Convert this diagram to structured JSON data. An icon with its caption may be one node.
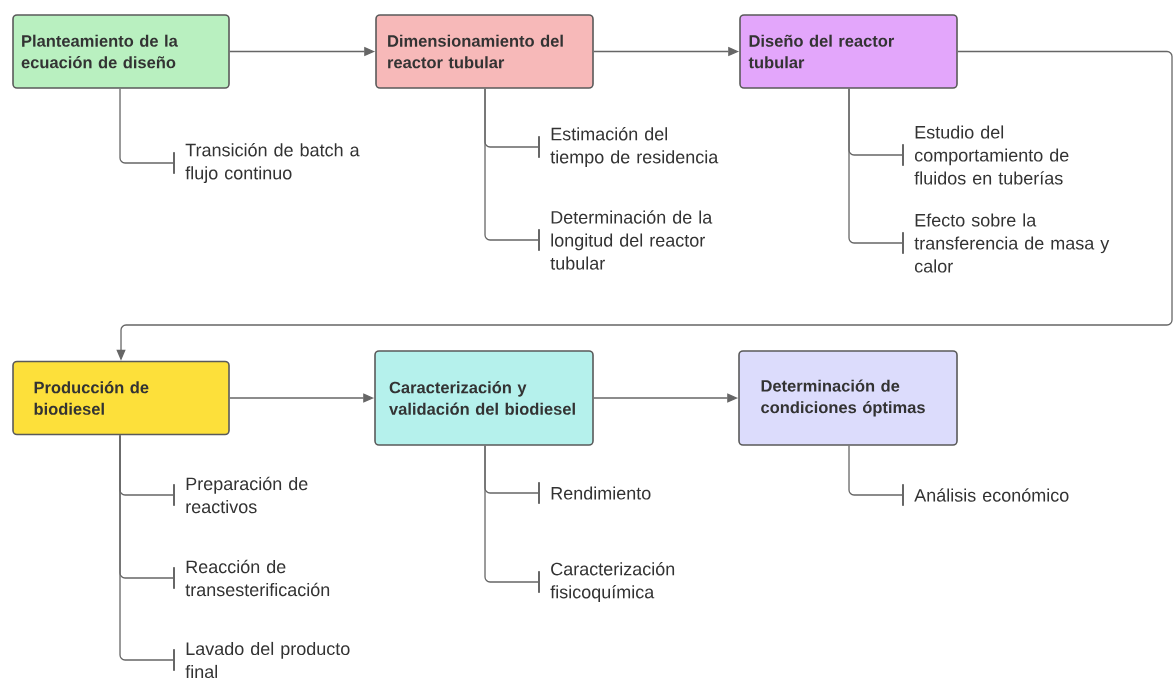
{
  "diagram": {
    "nodes": [
      {
        "text": [
          "Planteamiento de la ecuación de diseño"
        ]
      },
      {
        "text": [
          "Dimensionamiento del reactor tubular"
        ]
      },
      {
        "text": [
          "Diseño del reactor tubular"
        ]
      },
      {
        "text": [
          "Producción de biodiesel"
        ]
      },
      {
        "text": [
          "Caracterización y validación del biodiesel"
        ]
      },
      {
        "text": [
          "Determinación de condiciones óptimas"
        ]
      },
      {
        "text": [
          "Transición de batch a flujo continuo"
        ]
      },
      {
        "text": [
          "Estimación del tiempo de residencia"
        ]
      },
      {
        "text": [
          "Determinación de la longitud del reactor tubular"
        ]
      },
      {
        "text": [
          "Estudio del comportamiento de fluidos en tuberías"
        ]
      },
      {
        "text": [
          "Efecto sobre la transferencia de masa y calor"
        ]
      },
      {
        "text": [
          "Preparación de reactivos"
        ]
      },
      {
        "text": [
          "Reacción de transesterificación"
        ]
      },
      {
        "text": [
          "Lavado del producto final"
        ]
      },
      {
        "text": [
          "Rendimiento"
        ]
      },
      {
        "text": [
          "Caracterización fisicoquímica"
        ]
      },
      {
        "text": [
          "Análisis económico"
        ]
      }
    ],
    "edges": [
      {
        "from": 0,
        "to": 1,
        "arrow": "to"
      },
      {
        "from": 1,
        "to": 2,
        "arrow": "to"
      },
      {
        "from": 2,
        "to": 3,
        "arrow": "to"
      },
      {
        "from": 3,
        "to": 4,
        "arrow": "to"
      },
      {
        "from": 4,
        "to": 5,
        "arrow": "to"
      },
      {
        "from": 0,
        "to": 6,
        "arrow": "other"
      },
      {
        "from": 1,
        "to": 7,
        "arrow": "other"
      },
      {
        "from": 1,
        "to": 8,
        "arrow": "other"
      },
      {
        "from": 2,
        "to": 9,
        "arrow": "other"
      },
      {
        "from": 2,
        "to": 10,
        "arrow": "other"
      },
      {
        "from": 3,
        "to": 11,
        "arrow": "other"
      },
      {
        "from": 3,
        "to": 12,
        "arrow": "other"
      },
      {
        "from": 3,
        "to": 13,
        "arrow": "other"
      },
      {
        "from": 4,
        "to": 14,
        "arrow": "other"
      },
      {
        "from": 4,
        "to": 15,
        "arrow": "other"
      },
      {
        "from": 5,
        "to": 16,
        "arrow": "other"
      }
    ]
  }
}
